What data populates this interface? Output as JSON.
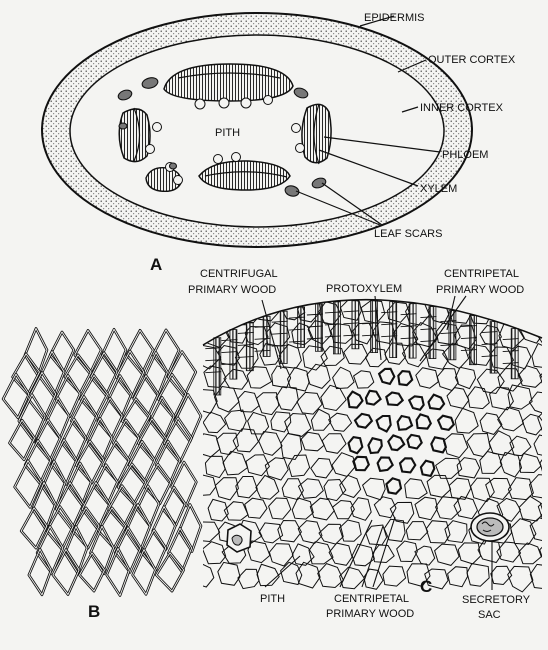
{
  "figure": {
    "panel_a": {
      "letter": "A",
      "labels": {
        "epidermis": "EPIDERMIS",
        "outer_cortex": "OUTER CORTEX",
        "inner_cortex": "INNER CORTEX",
        "pith": "PITH",
        "phloem": "PHLOEM",
        "xylem": "XYLEM",
        "leaf_scars": "LEAF SCARS"
      }
    },
    "panel_b": {
      "letter": "B"
    },
    "panel_c": {
      "letter": "C",
      "labels": {
        "centrifugal_line1": "CENTRIFUGAL",
        "centrifugal_line2": "PRIMARY WOOD",
        "protoxylem": "PROTOXYLEM",
        "centripetal_top_line1": "CENTRIPETAL",
        "centripetal_top_line2": "PRIMARY WOOD",
        "pith": "PITH",
        "centripetal_bottom_line1": "CENTRIPETAL",
        "centripetal_bottom_line2": "PRIMARY WOOD",
        "secretory_line1": "SECRETORY",
        "secretory_line2": "SAC"
      }
    },
    "colors": {
      "ink": "#111111",
      "paper": "#f4f4f2"
    }
  }
}
